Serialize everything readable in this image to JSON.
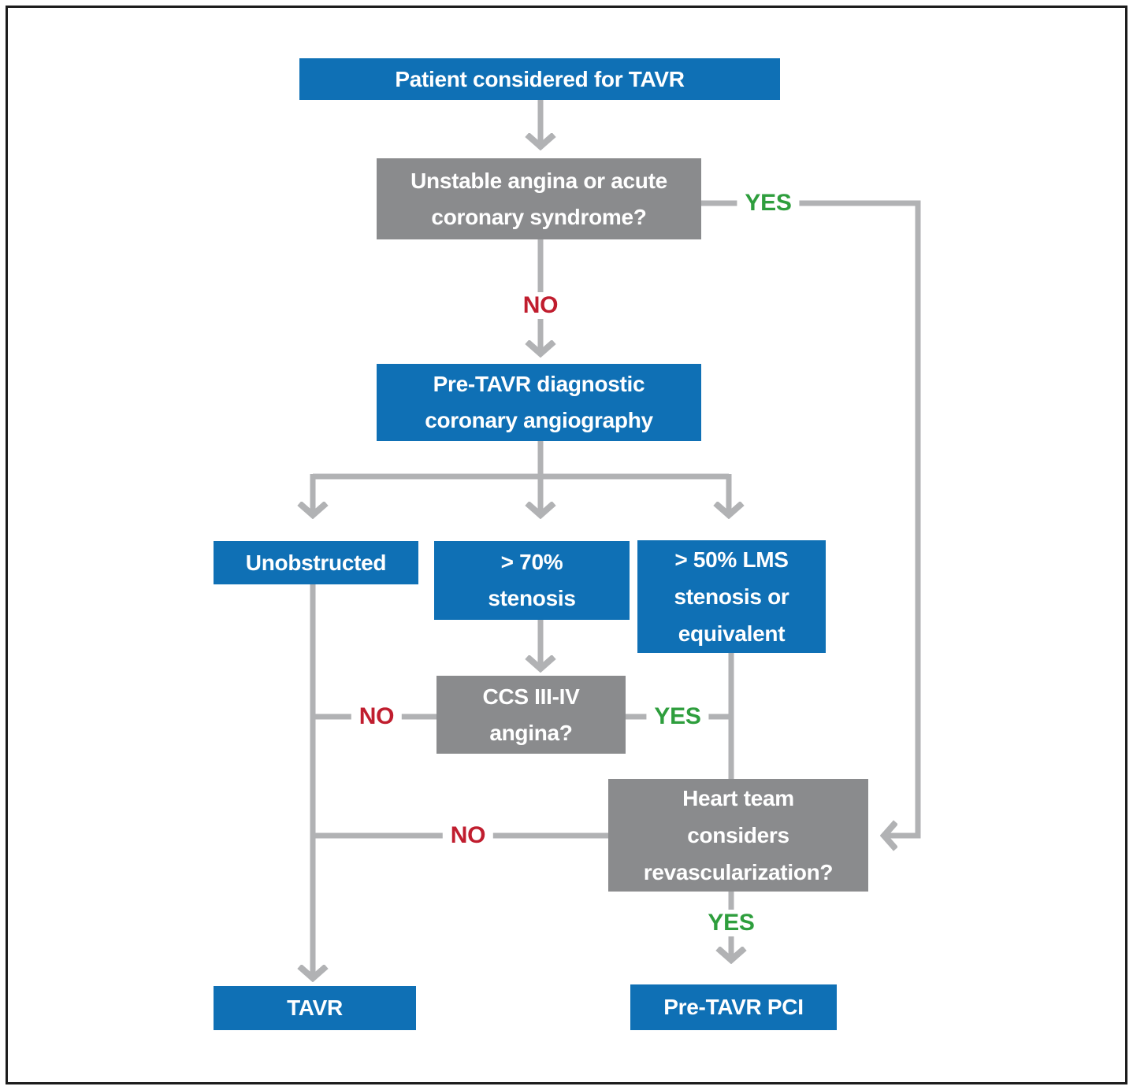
{
  "colors": {
    "node_blue": "#0F70B5",
    "node_gray": "#8A8B8D",
    "connector_gray": "#B1B2B4",
    "yes_green": "#2E9E3D",
    "no_red": "#C01D2E",
    "node_text": "#FFFFFF",
    "frame_border": "#1C1C1C"
  },
  "nodes": {
    "start": "Patient considered for TAVR",
    "acs": "Unstable angina or acute\ncoronary syndrome?",
    "angiography": "Pre-TAVR diagnostic\ncoronary angiography",
    "unobstructed": "Unobstructed",
    "stenosis70": "> 70%\nstenosis",
    "lms50": "> 50% LMS\nstenosis or\nequivalent",
    "ccs": "CCS III-IV\nangina?",
    "heart_team": "Heart team\nconsiders\nrevascularization?",
    "tavr": "TAVR",
    "pci": "Pre-TAVR PCI"
  },
  "edge_labels": {
    "acs_yes": "YES",
    "acs_no": "NO",
    "ccs_no": "NO",
    "ccs_yes": "YES",
    "heart_no": "NO",
    "heart_yes": "YES"
  }
}
